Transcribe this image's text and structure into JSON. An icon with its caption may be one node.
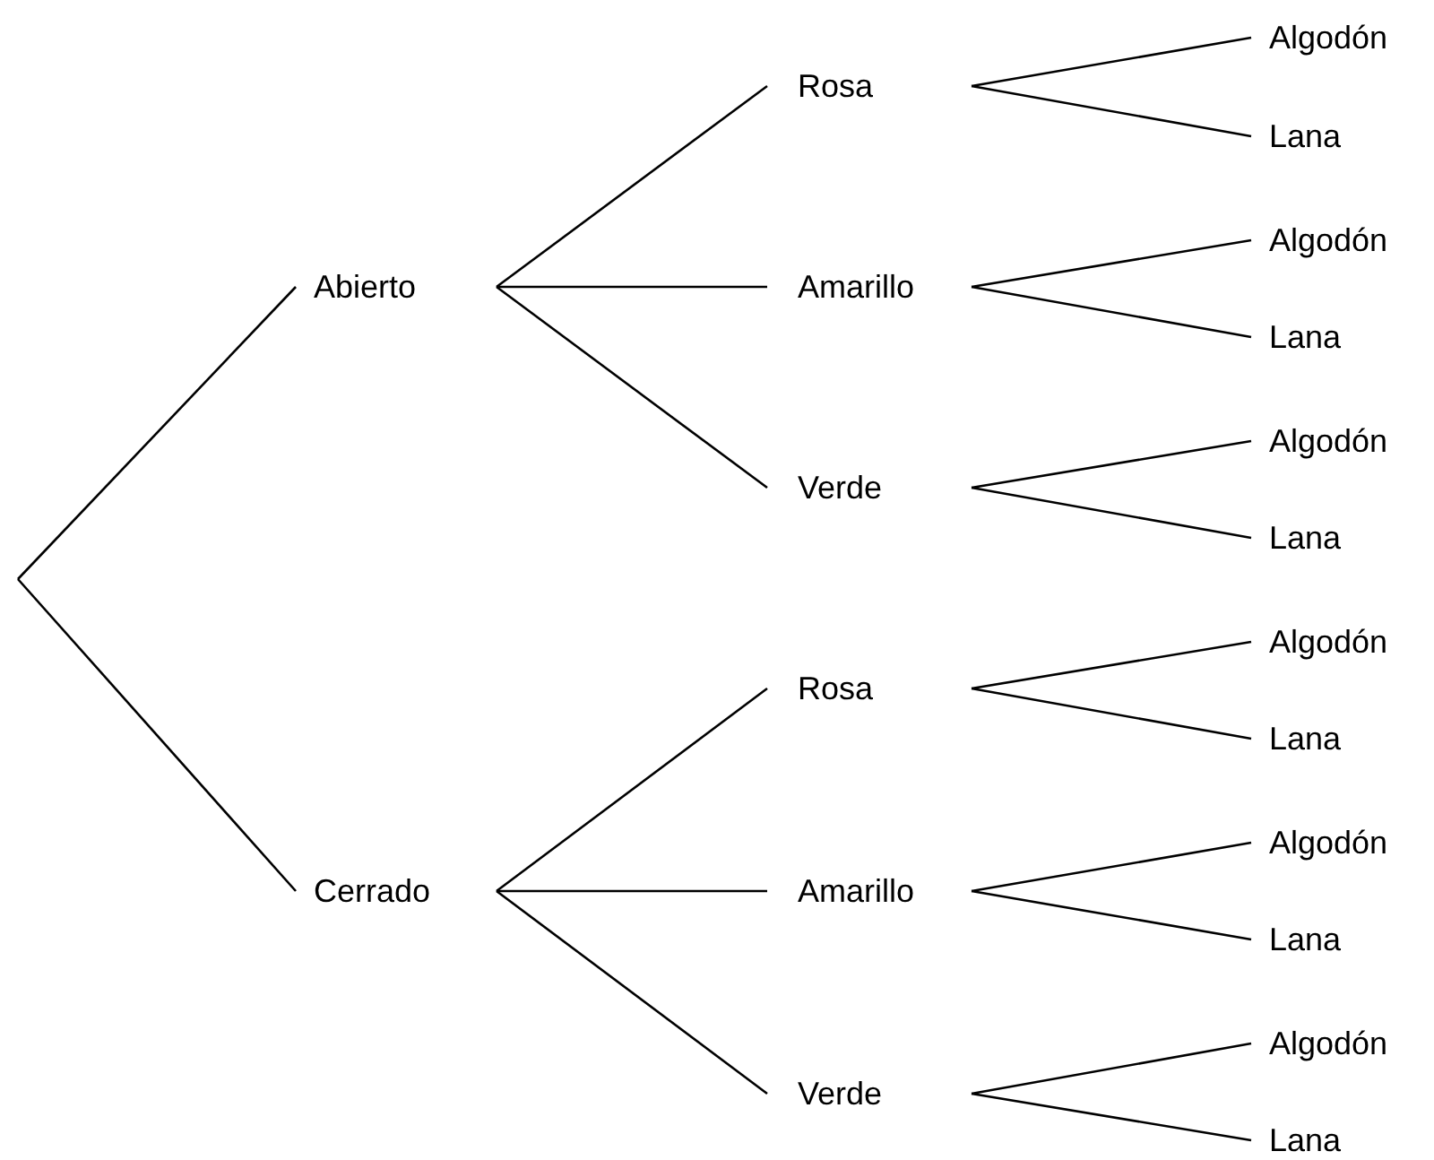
{
  "diagram": {
    "nodes": [
      {
        "text": [
          "Abierto"
        ]
      },
      {
        "text": [
          "Rosa"
        ]
      },
      {
        "text": [
          "Algodón"
        ]
      },
      {
        "text": [
          "Lana"
        ]
      },
      {
        "text": [
          "Amarillo"
        ]
      },
      {
        "text": [
          "Algodón"
        ]
      },
      {
        "text": [
          "Lana"
        ]
      },
      {
        "text": [
          "Verde"
        ]
      },
      {
        "text": [
          "Algodón"
        ]
      },
      {
        "text": [
          "Lana"
        ]
      },
      {
        "text": [
          "Cerrado"
        ]
      },
      {
        "text": [
          "Rosa"
        ]
      },
      {
        "text": [
          "Algodón"
        ]
      },
      {
        "text": [
          "Lana"
        ]
      },
      {
        "text": [
          "Amarillo"
        ]
      },
      {
        "text": [
          "Algodón"
        ]
      },
      {
        "text": [
          "Lana"
        ]
      },
      {
        "text": [
          "Verde"
        ]
      },
      {
        "text": [
          "Algodón"
        ]
      },
      {
        "text": [
          "Lana"
        ]
      }
    ],
    "edges": [
      {
        "from": null,
        "to": 0,
        "arrow": "none"
      },
      {
        "from": null,
        "to": 10,
        "arrow": "none"
      },
      {
        "from": 0,
        "to": 1,
        "arrow": "none"
      },
      {
        "from": 0,
        "to": 4,
        "arrow": "none"
      },
      {
        "from": 0,
        "to": 7,
        "arrow": "none"
      },
      {
        "from": 1,
        "to": 2,
        "arrow": "none"
      },
      {
        "from": 1,
        "to": 3,
        "arrow": "none"
      },
      {
        "from": 4,
        "to": 5,
        "arrow": "none"
      },
      {
        "from": 4,
        "to": 6,
        "arrow": "none"
      },
      {
        "from": 7,
        "to": 8,
        "arrow": "none"
      },
      {
        "from": 7,
        "to": 9,
        "arrow": "none"
      },
      {
        "from": 10,
        "to": 11,
        "arrow": "none"
      },
      {
        "from": 10,
        "to": 14,
        "arrow": "none"
      },
      {
        "from": 10,
        "to": 17,
        "arrow": "none"
      },
      {
        "from": 11,
        "to": 12,
        "arrow": "none"
      },
      {
        "from": 11,
        "to": 13,
        "arrow": "none"
      },
      {
        "from": 14,
        "to": 15,
        "arrow": "none"
      },
      {
        "from": 14,
        "to": 16,
        "arrow": "none"
      },
      {
        "from": 17,
        "to": 18,
        "arrow": "none"
      },
      {
        "from": 17,
        "to": 19,
        "arrow": "none"
      }
    ]
  }
}
